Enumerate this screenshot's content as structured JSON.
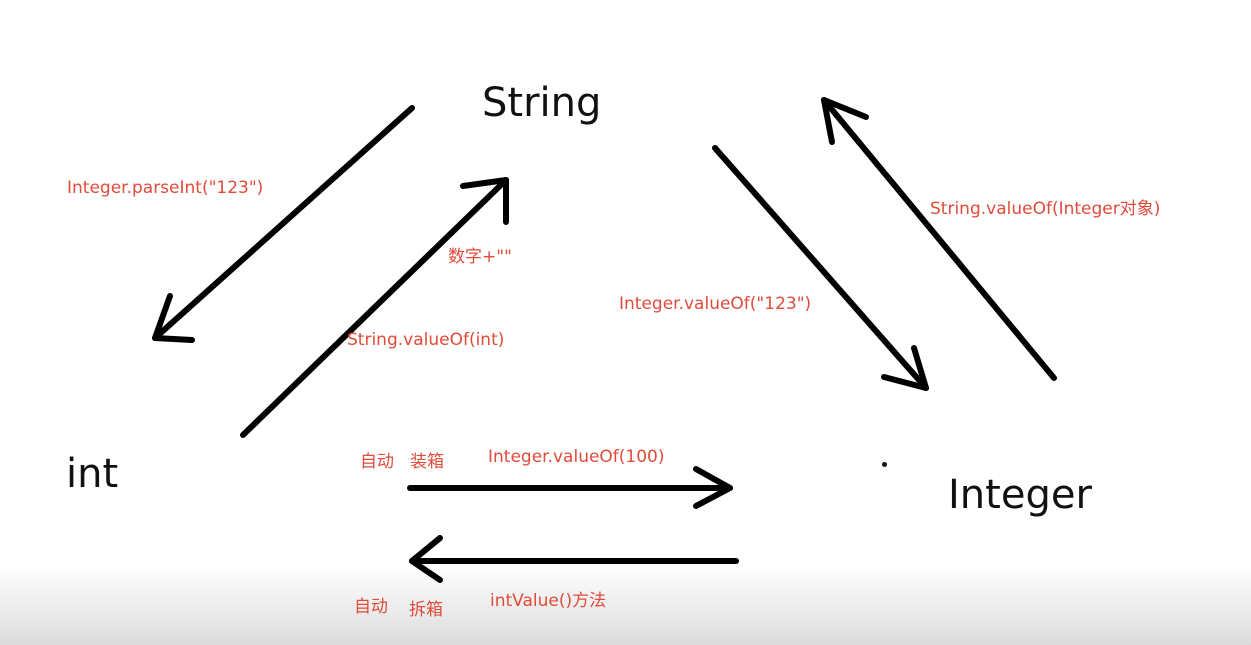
{
  "nodes": {
    "string": "String",
    "int": "int",
    "integer": "Integer"
  },
  "labels": {
    "parse_int": "Integer.parseInt(\"123\")",
    "number_plus_empty": "数字+\"\"",
    "string_valueof_int": "String.valueOf(int)",
    "integer_valueof_string": "Integer.valueOf(\"123\")",
    "string_valueof_integer": "String.valueOf(Integer对象)",
    "autobox_1": "自动",
    "autobox_2": "装箱",
    "integer_valueof_100": "Integer.valueOf(100)",
    "unbox_1": "自动",
    "unbox_2": "拆箱",
    "int_value_method": "intValue()方法"
  },
  "colors": {
    "node_text": "#111111",
    "label_text": "#e04b3a",
    "arrow": "#000000"
  }
}
